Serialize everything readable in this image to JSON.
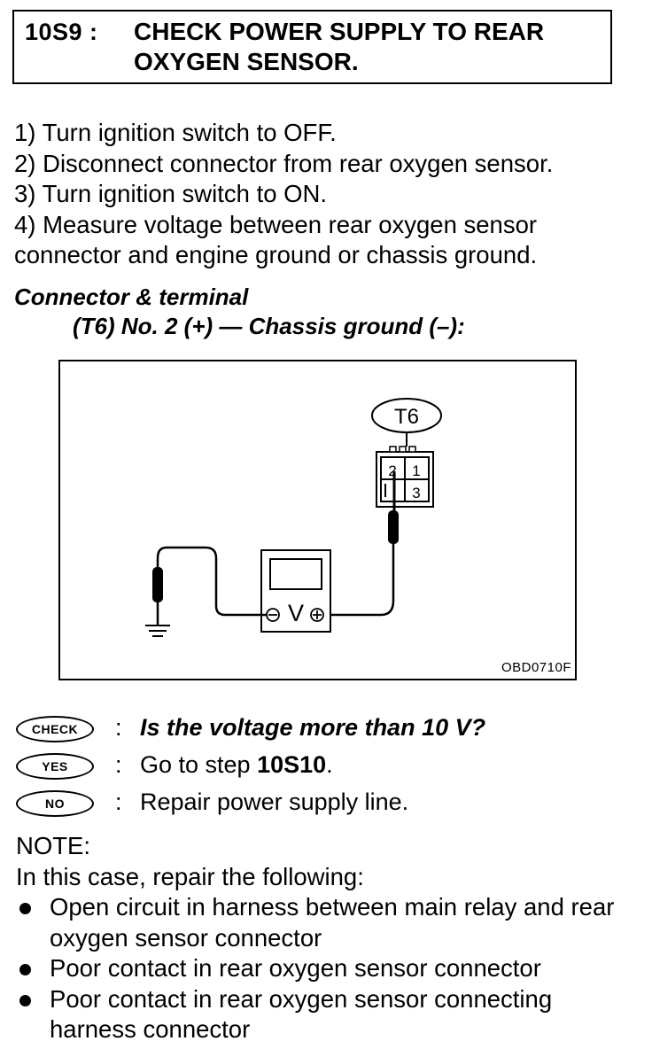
{
  "header": {
    "step_id": "10S9 :",
    "title": "CHECK POWER SUPPLY TO REAR OXYGEN SENSOR."
  },
  "steps": [
    "1)  Turn ignition switch to OFF.",
    "2)  Disconnect connector from rear oxygen sensor.",
    "3)  Turn ignition switch to ON.",
    "4)  Measure voltage between rear oxygen sensor connector and engine ground or chassis ground."
  ],
  "connector_heading": "Connector & terminal",
  "connector_detail": "(T6) No. 2 (+) — Chassis ground (–):",
  "figure": {
    "connector_label": "T6",
    "pins": [
      "2",
      "1",
      "3"
    ],
    "meter_symbol": "V",
    "figure_id": "OBD0710F"
  },
  "answers": {
    "check": {
      "badge": "CHECK",
      "text": "Is the voltage more than 10 V?"
    },
    "yes": {
      "badge": "YES",
      "text_prefix": "Go to step ",
      "text_step": "10S10",
      "text_suffix": "."
    },
    "no": {
      "badge": "NO",
      "text": "Repair power supply line."
    }
  },
  "note": {
    "label": "NOTE:",
    "intro": "In this case, repair the following:",
    "items": [
      "Open circuit in harness between main relay and rear oxygen sensor connector",
      "Poor contact in rear oxygen sensor connector",
      "Poor contact in rear oxygen sensor connecting harness connector"
    ]
  }
}
